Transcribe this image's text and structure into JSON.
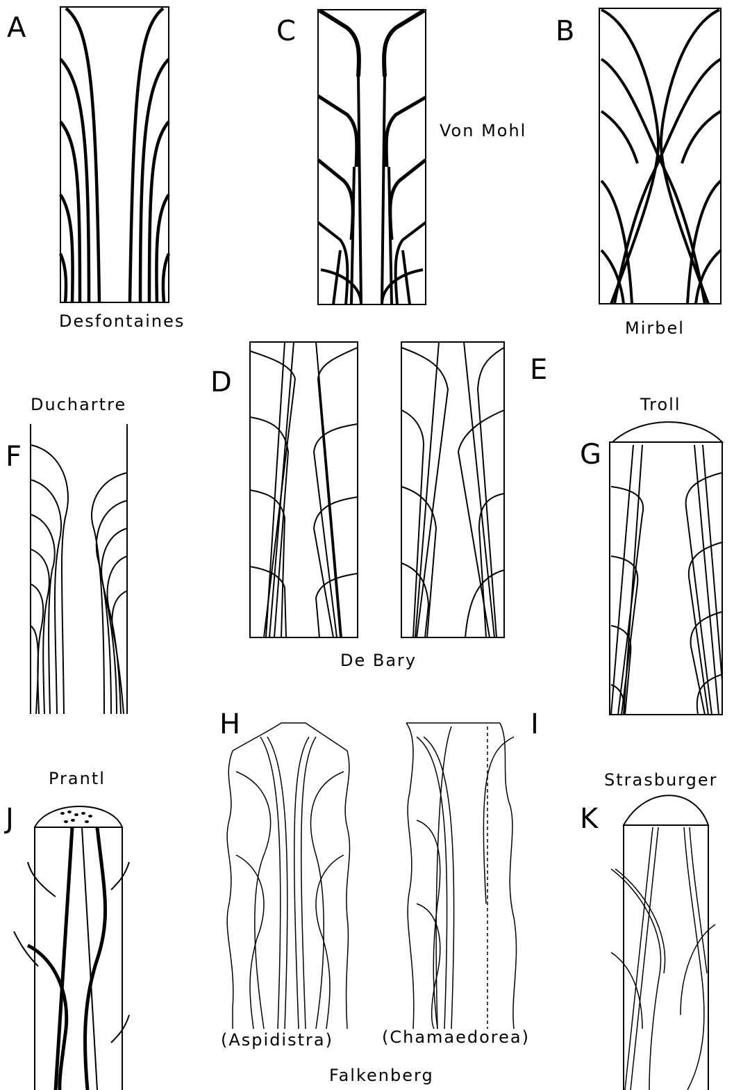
{
  "panels": {
    "A": {
      "letter": "A",
      "author": "Desfontaines"
    },
    "B": {
      "letter": "B",
      "author": "Mirbel"
    },
    "C": {
      "letter": "C",
      "author": "Von Mohl"
    },
    "D": {
      "letter": "D"
    },
    "E": {
      "letter": "E"
    },
    "DE_author": "De Bary",
    "F": {
      "letter": "F",
      "author": "Duchartre"
    },
    "G": {
      "letter": "G",
      "author": "Troll"
    },
    "H": {
      "letter": "H",
      "caption": "(Aspidistra)"
    },
    "I": {
      "letter": "I",
      "caption": "(Chamaedorea)"
    },
    "HI_author": "Falkenberg",
    "J": {
      "letter": "J",
      "author": "Prantl"
    },
    "K": {
      "letter": "K",
      "author": "Strasburger"
    }
  }
}
